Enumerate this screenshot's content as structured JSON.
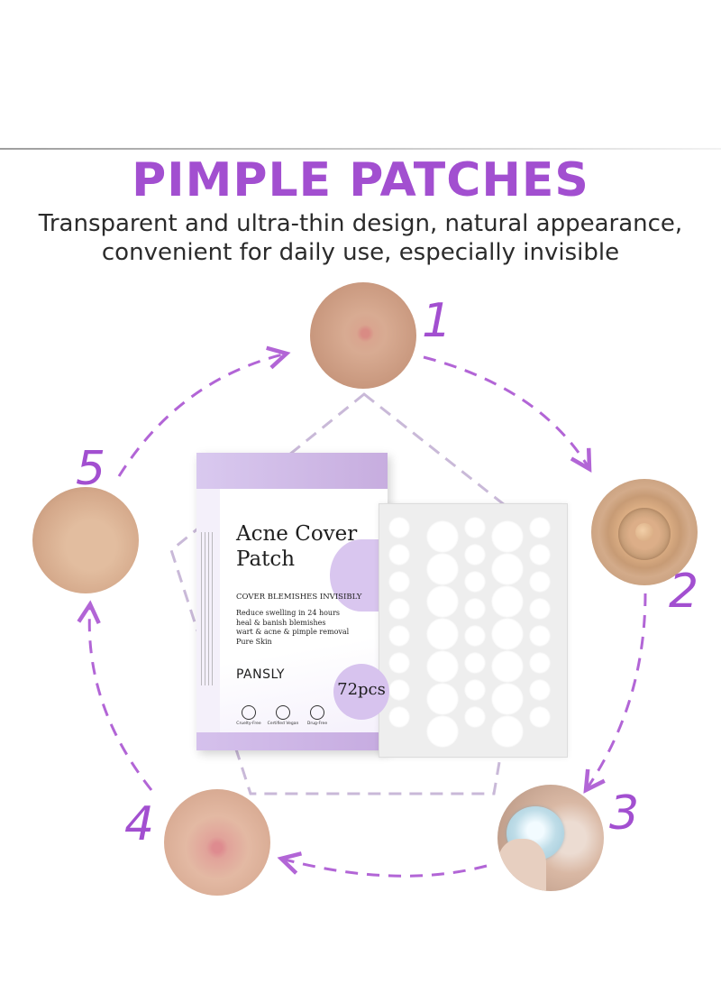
{
  "header": {
    "title": "PIMPLE PATCHES",
    "subtitle_line1": "Transparent and ultra-thin design, natural appearance,",
    "subtitle_line2": "convenient for daily use, especially invisible"
  },
  "steps": [
    {
      "number": "1",
      "image": "raised-pimple-on-skin"
    },
    {
      "number": "2",
      "image": "patch-applied-on-pimple"
    },
    {
      "number": "3",
      "image": "patch-being-peeled-off"
    },
    {
      "number": "4",
      "image": "reduced-redness-on-skin"
    },
    {
      "number": "5",
      "image": "clear-skin"
    }
  ],
  "product": {
    "name_line1": "Acne Cover",
    "name_line2": "Patch",
    "tagline": "COVER BLEMISHES INVISIBLY",
    "benefits": [
      "Reduce swelling in 24 hours",
      "heal & banish blemishes",
      "wart & acne & pimple removal",
      "Pure Skin"
    ],
    "brand": "PANSLY",
    "count": "72pcs",
    "badges": [
      "Cruelty-Free",
      "Certified Vegan",
      "Drug-Free"
    ]
  },
  "colors": {
    "accent": "#a24fd0",
    "arrow": "#b265d6",
    "pentagon": "#c9b9d8",
    "box_purple": "#c7addf"
  }
}
